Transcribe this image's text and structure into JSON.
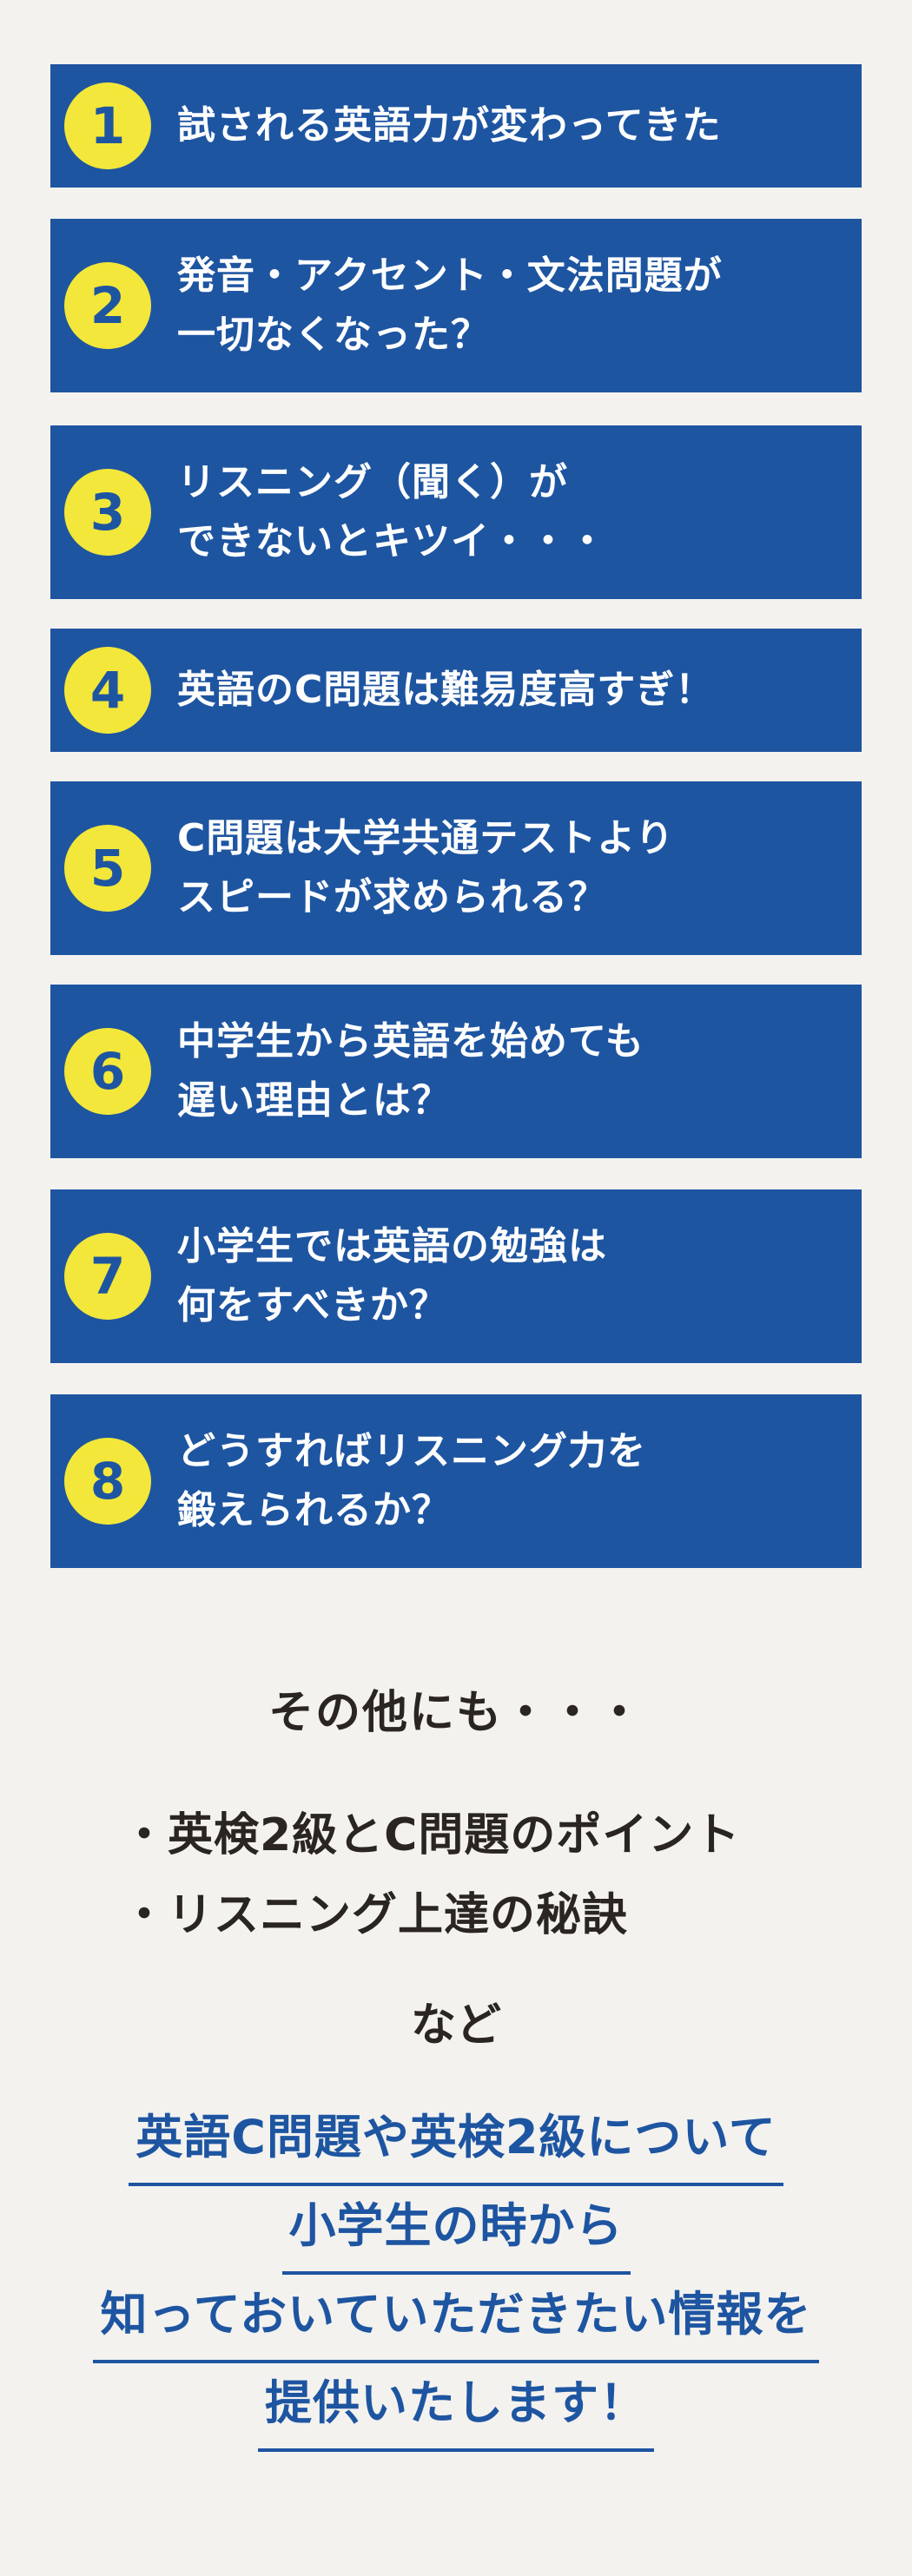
{
  "topics": [
    {
      "num": "1",
      "text": "試される英語力が変わってきた"
    },
    {
      "num": "2",
      "text": "発音・アクセント・文法問題が\n一切なくなった？"
    },
    {
      "num": "3",
      "text": "リスニング（聞く）が\nできないとキツイ・・・"
    },
    {
      "num": "4",
      "text": "英語のC問題は難易度高すぎ！"
    },
    {
      "num": "5",
      "text": "C問題は大学共通テストより\nスピードが求められる？"
    },
    {
      "num": "6",
      "text": "中学生から英語を始めても\n遅い理由とは？"
    },
    {
      "num": "7",
      "text": "小学生では英語の勉強は\n何をすべきか？"
    },
    {
      "num": "8",
      "text": "どうすればリスニング力を\n鍛えられるか？"
    }
  ],
  "others": {
    "heading": "その他にも・・・",
    "bullets": [
      "・英検2級とC問題のポイント",
      "・リスニング上達の秘訣"
    ],
    "etc": "など"
  },
  "closing": {
    "lines": [
      "英語C問題や英検2級について",
      "小学生の時から",
      "知っておいていただきたい情報を",
      "提供いたします！"
    ]
  },
  "colors": {
    "background": "#f3f2ef",
    "box": "#1e55a1",
    "badge": "#f2e73a",
    "accent_text": "#1e55a1",
    "body_text": "#2a2521"
  }
}
